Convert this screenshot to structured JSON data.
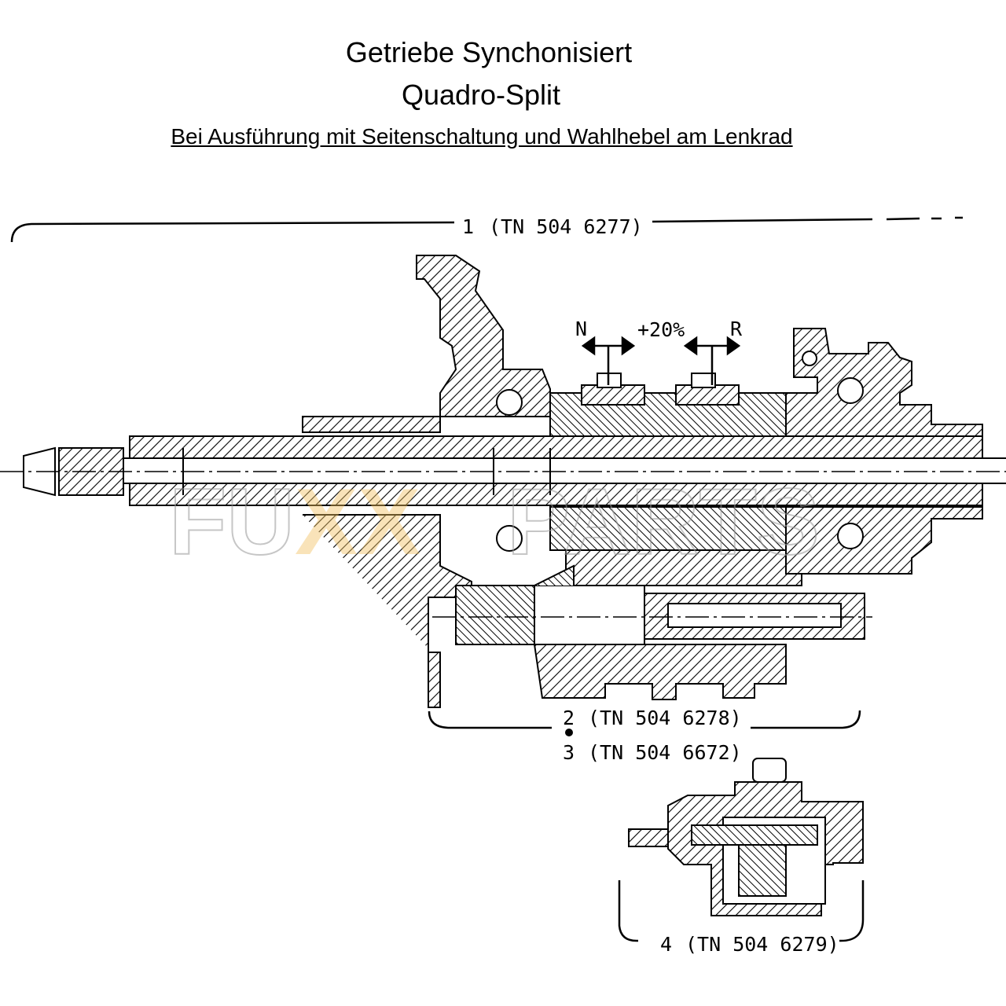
{
  "header": {
    "title": "Getriebe Synchonisiert",
    "subtitle": "Quadro-Split",
    "note": "Bei Ausführung mit Seitenschaltung und Wahlhebel am Lenkrad"
  },
  "diagram": {
    "callouts": [
      {
        "number": "1",
        "part": "(TN 504 6277)"
      },
      {
        "number": "2",
        "part": "(TN 504 6278)"
      },
      {
        "number": "3",
        "part": "(TN 504 6672)"
      },
      {
        "number": "4",
        "part": "(TN 504 6279)"
      }
    ],
    "shift_labels": {
      "left": "N",
      "middle": "+20%",
      "right": "R"
    },
    "watermark": {
      "part1": "FU",
      "part2": "XX",
      "part3": "PARTS",
      "accent": "#f0c060"
    }
  }
}
